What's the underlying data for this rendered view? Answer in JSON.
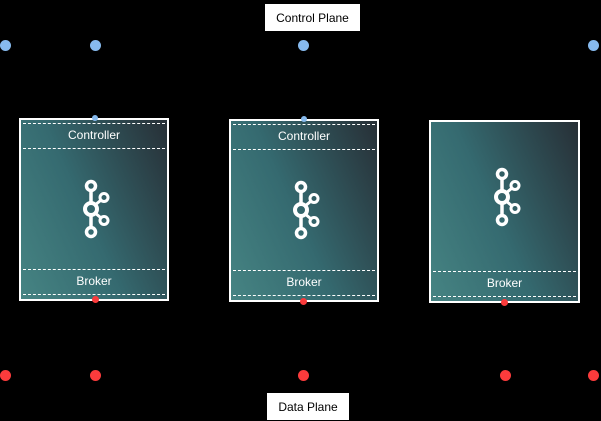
{
  "planes": {
    "control": {
      "label": "Control Plane"
    },
    "data": {
      "label": "Data Plane"
    }
  },
  "nodes": [
    {
      "controller_label": "Controller",
      "broker_label": "Broker",
      "has_controller": true
    },
    {
      "controller_label": "Controller",
      "broker_label": "Broker",
      "has_controller": true
    },
    {
      "broker_label": "Broker",
      "has_controller": false
    }
  ],
  "icons": {
    "node_logo": "kafka-logo-icon"
  },
  "colors": {
    "background": "#000000",
    "control_dot": "#87BAEE",
    "data_dot": "#FB3B3C",
    "node_border": "#FFFFFF",
    "node_text": "#FFFFFF",
    "label_bg": "#FFFFFF",
    "label_text": "#000000",
    "node_gradient_start": "#468483",
    "node_gradient_mid": "#356A70",
    "node_gradient_end": "#272F36"
  }
}
